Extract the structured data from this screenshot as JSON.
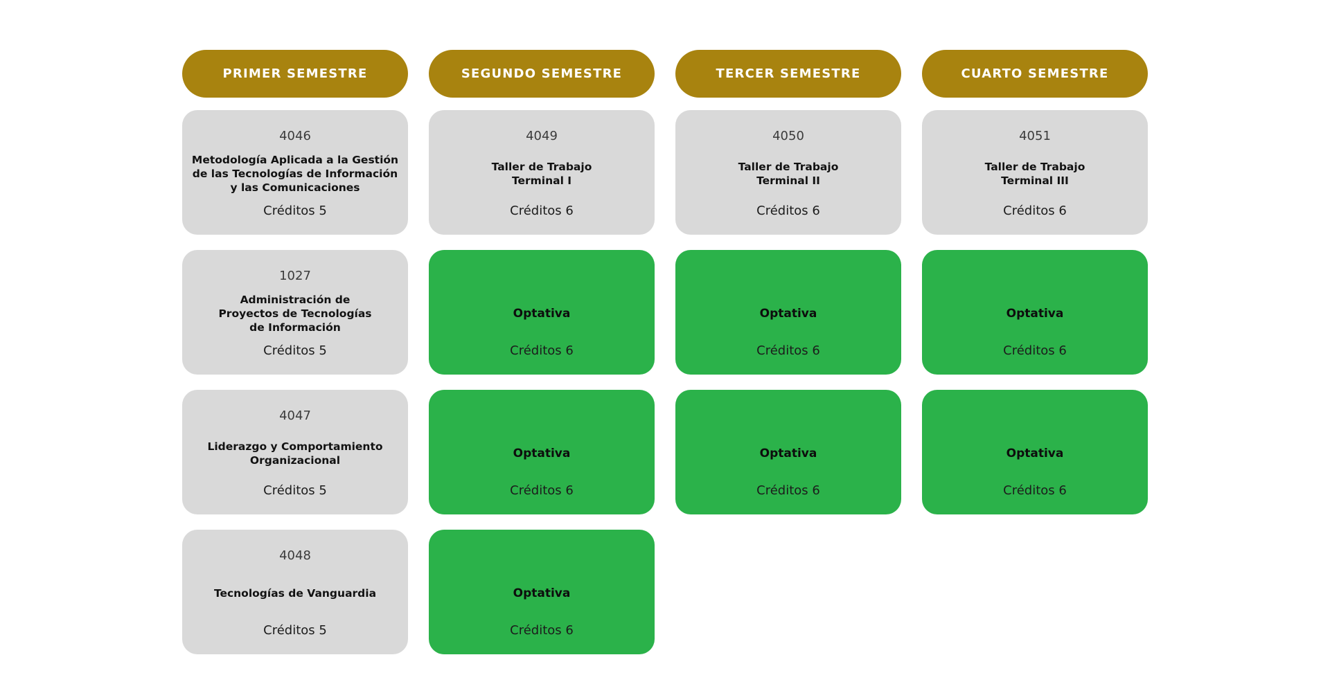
{
  "colors": {
    "gold": "#A8830F",
    "green": "#2BB24A",
    "gray": "#D9D9D9",
    "background": "#FFFFFF"
  },
  "columns": [
    {
      "header": "PRIMER SEMESTRE",
      "cards": [
        {
          "type": "course",
          "code": "4046",
          "title": "Metodología Aplicada a la Gestión\nde las Tecnologías de Información\ny las Comunicaciones",
          "credits": "Créditos 5"
        },
        {
          "type": "course",
          "code": "1027",
          "title": "Administración de\nProyectos de Tecnologías\nde Información",
          "credits": "Créditos 5"
        },
        {
          "type": "course",
          "code": "4047",
          "title": "Liderazgo y Comportamiento\nOrganizacional",
          "credits": "Créditos 5"
        },
        {
          "type": "course",
          "code": "4048",
          "title": "Tecnologías de Vanguardia",
          "credits": "Créditos 5"
        }
      ]
    },
    {
      "header": "SEGUNDO SEMESTRE",
      "cards": [
        {
          "type": "course",
          "code": "4049",
          "title": "Taller de Trabajo\nTerminal I",
          "credits": "Créditos 6"
        },
        {
          "type": "optativa",
          "title": "Optativa",
          "credits": "Créditos 6"
        },
        {
          "type": "optativa",
          "title": "Optativa",
          "credits": "Créditos 6"
        },
        {
          "type": "optativa",
          "title": "Optativa",
          "credits": "Créditos 6"
        }
      ]
    },
    {
      "header": "TERCER SEMESTRE",
      "cards": [
        {
          "type": "course",
          "code": "4050",
          "title": "Taller de Trabajo\nTerminal II",
          "credits": "Créditos 6"
        },
        {
          "type": "optativa",
          "title": "Optativa",
          "credits": "Créditos 6"
        },
        {
          "type": "optativa",
          "title": "Optativa",
          "credits": "Créditos 6"
        }
      ]
    },
    {
      "header": "CUARTO SEMESTRE",
      "cards": [
        {
          "type": "course",
          "code": "4051",
          "title": "Taller de Trabajo\nTerminal III",
          "credits": "Créditos 6"
        },
        {
          "type": "optativa",
          "title": "Optativa",
          "credits": "Créditos 6"
        },
        {
          "type": "optativa",
          "title": "Optativa",
          "credits": "Créditos 6"
        }
      ]
    }
  ]
}
